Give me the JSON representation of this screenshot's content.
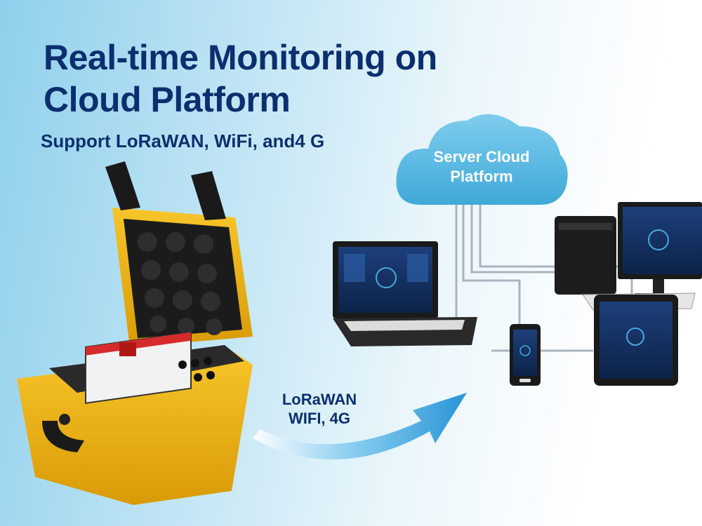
{
  "header": {
    "title_line1": "Real-time Monitoring on",
    "title_line2": "Cloud Platform",
    "subtitle": "Support LoRaWAN, WiFi, and4 G"
  },
  "cloud": {
    "line1": "Server Cloud",
    "line2": "Platform"
  },
  "connection": {
    "line1": "LoRaWAN",
    "line2": "WIFI,  4G"
  },
  "colors": {
    "title": "#0b2f6e",
    "case": "#f2b814",
    "cloud": "#4fb5de",
    "arrow": "#3aa6dc"
  }
}
